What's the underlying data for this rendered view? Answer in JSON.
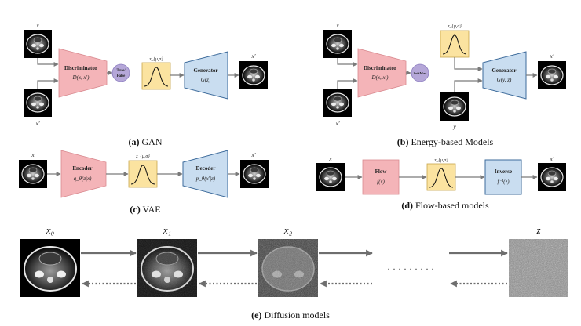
{
  "captions": {
    "a": {
      "tag": "(a)",
      "text": "GAN"
    },
    "b": {
      "tag": "(b)",
      "text": "Energy-based Models"
    },
    "c": {
      "tag": "(c)",
      "text": "VAE"
    },
    "d": {
      "tag": "(d)",
      "text": "Flow-based models"
    },
    "e": {
      "tag": "(e)",
      "text": "Diffusion models"
    }
  },
  "gan": {
    "x": "x",
    "x_prime": "x′",
    "disc_title": "Discriminator",
    "disc_sub": "D(x, x′)",
    "tf_line1": "True/",
    "tf_line2": "False",
    "latent": "z_{μ,σ}",
    "gen_title": "Generator",
    "gen_sub": "G(z)",
    "out": "x′"
  },
  "ebm": {
    "x": "x",
    "x_prime": "x′",
    "disc_title": "Discriminator",
    "disc_sub": "D(x, x′)",
    "softmax": "SoftMax",
    "latent": "z_{μ,σ}",
    "gen_title": "Generator",
    "gen_sub": "G(y, z)",
    "y": "y",
    "out": "x′"
  },
  "vae": {
    "x": "x",
    "enc_title": "Encoder",
    "enc_sub": "q_θ(z|x)",
    "latent": "z_{μ,σ}",
    "dec_title": "Decoder",
    "dec_sub": "p_θ(x′|z)",
    "out": "x′"
  },
  "flow": {
    "x": "x",
    "flow_title": "Flow",
    "flow_sub": "f(x)",
    "latent": "z_{μ,σ}",
    "inv_title": "Inverse",
    "inv_sub": "f⁻¹(z)",
    "out": "x′"
  },
  "diffusion": {
    "labels": [
      "x₀",
      "x₁",
      "x₂",
      "z"
    ],
    "ellipsis": "· · · · · · · · ·"
  },
  "colors": {
    "discriminator": "#f4b4b8",
    "generator": "#c9ddf0",
    "latent": "#fbe3a0",
    "truefalse": "#b5a7d8"
  }
}
